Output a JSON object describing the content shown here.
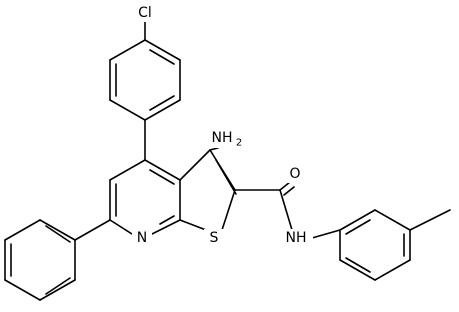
{
  "atoms": {
    "cl": "Cl",
    "nh2": "NH",
    "nh2_sub": "2",
    "o": "O",
    "n_pyridine": "N",
    "s": "S",
    "nh": "NH"
  }
}
